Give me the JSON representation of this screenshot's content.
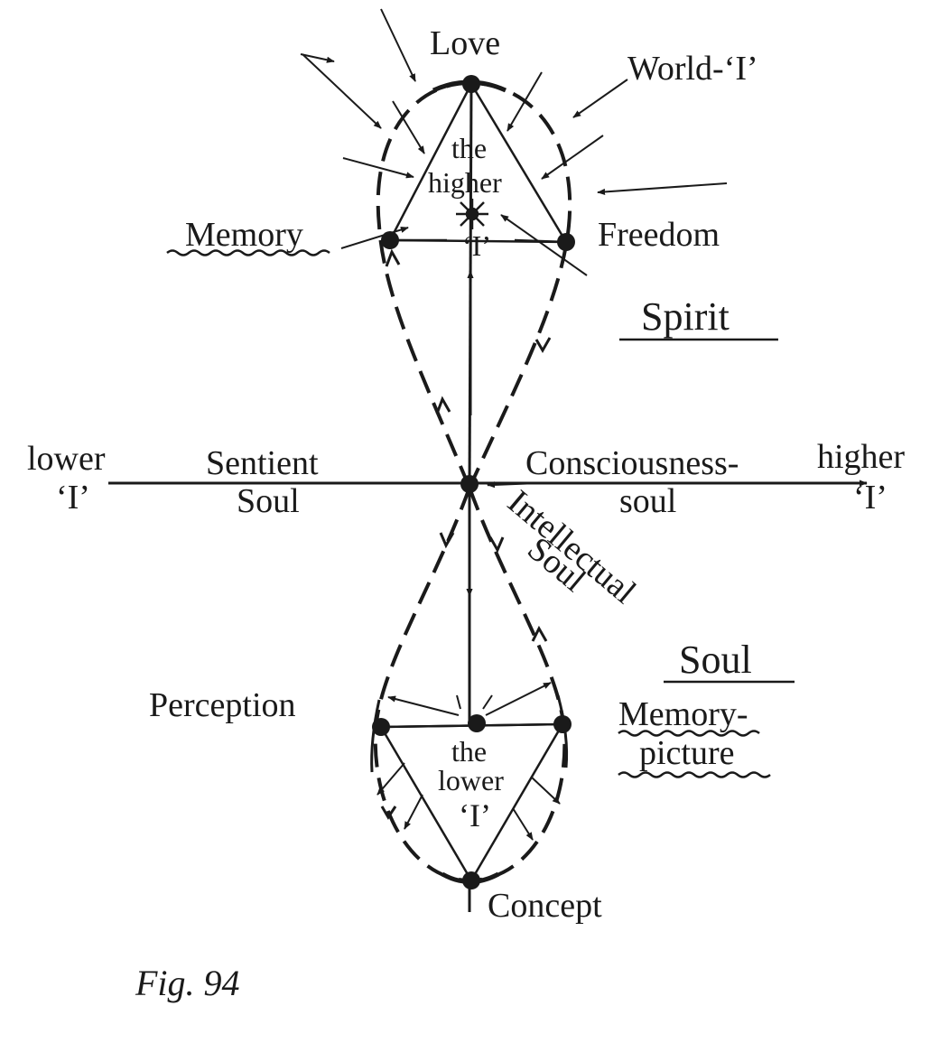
{
  "labels": {
    "love": "Love",
    "world_i": "World-‘I’",
    "the": "the",
    "higher": "higher",
    "higher_i": "‘I’",
    "memory": "Memory",
    "freedom": "Freedom",
    "spirit": "Spirit",
    "lower_word": "lower",
    "lower_i_mark": "‘I’",
    "sentient": "Sentient",
    "soul_word": "Soul",
    "consciousness": "Consciousness-",
    "soul_lower": "soul",
    "higher_word": "higher",
    "higher_i_mark": "‘I’",
    "intellectual": "Intellectual",
    "intellectual_soul": "Soul",
    "soul": "Soul",
    "perception": "Perception",
    "memory_picture_1": "Memory-",
    "memory_picture_2": "picture",
    "the_lower_1": "the",
    "the_lower_2": "lower",
    "lower_i": "‘I’",
    "concept": "Concept"
  },
  "caption": "Fig. 94"
}
